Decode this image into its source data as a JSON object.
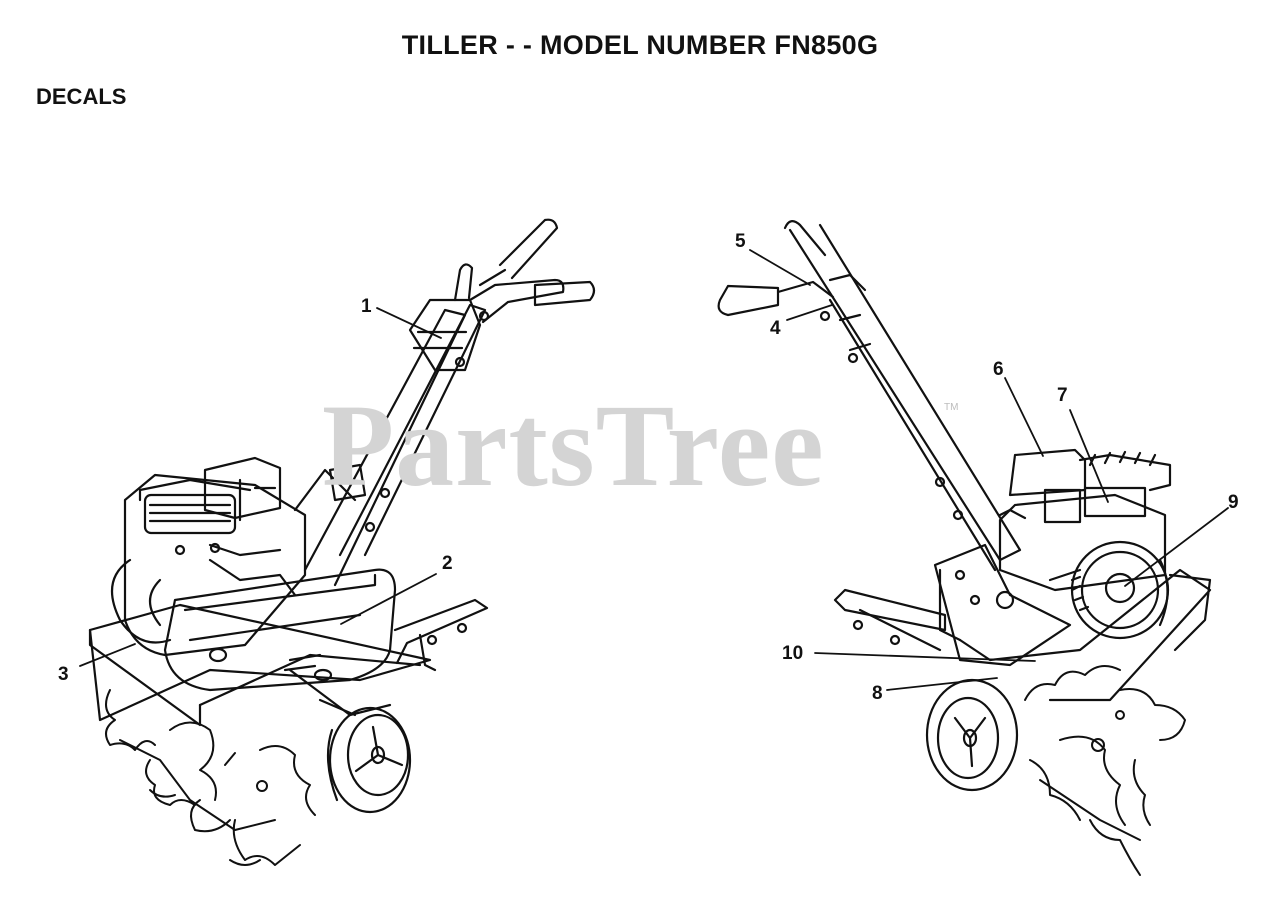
{
  "title": "TILLER - - MODEL NUMBER FN850G",
  "section": "DECALS",
  "watermark": "PartsTree",
  "watermark_tm": "TM",
  "callouts": [
    "1",
    "2",
    "3",
    "4",
    "5",
    "6",
    "7",
    "8",
    "9",
    "10"
  ]
}
